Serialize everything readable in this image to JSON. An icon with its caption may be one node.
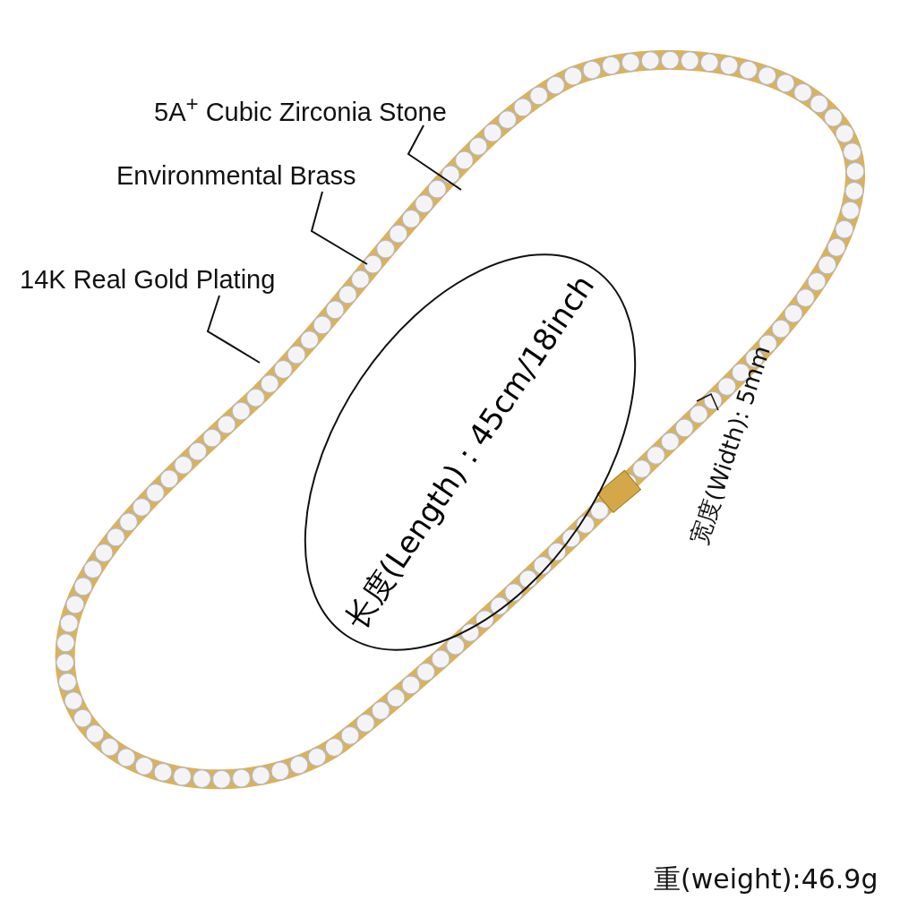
{
  "diagram": {
    "nodes": [
      {
        "text": [
          "5A$^{+}$ Cubic Zirconia Stone"
        ]
      },
      {
        "text": [
          "Environmental Brass"
        ]
      },
      {
        "text": [
          "14K Real Gold Plating"
        ]
      },
      {
        "text": [
          "长度(Length)：45cm/18inch"
        ]
      }
    ],
    "edges": [
      {
        "from": 0,
        "to": null,
        "arrow": "none"
      },
      {
        "from": 1,
        "to": null,
        "arrow": "none"
      },
      {
        "from": 2,
        "to": null,
        "arrow": "none"
      }
    ],
    "labels": [
      "宽度(Width): 5mm",
      "重(weight):46.9g"
    ]
  }
}
